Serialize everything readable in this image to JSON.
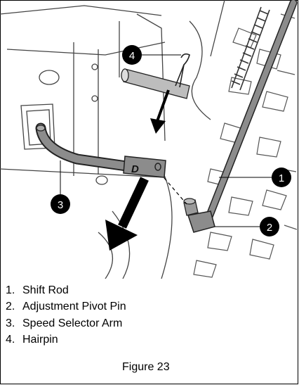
{
  "figure": {
    "callouts": [
      {
        "number": "1",
        "label": "Shift Rod"
      },
      {
        "number": "2",
        "label": "Adjustment Pivot Pin"
      },
      {
        "number": "3",
        "label": "Speed Selector Arm"
      },
      {
        "number": "4",
        "label": "Hairpin"
      }
    ],
    "arm_marking": "D",
    "caption": "Figure 23"
  }
}
